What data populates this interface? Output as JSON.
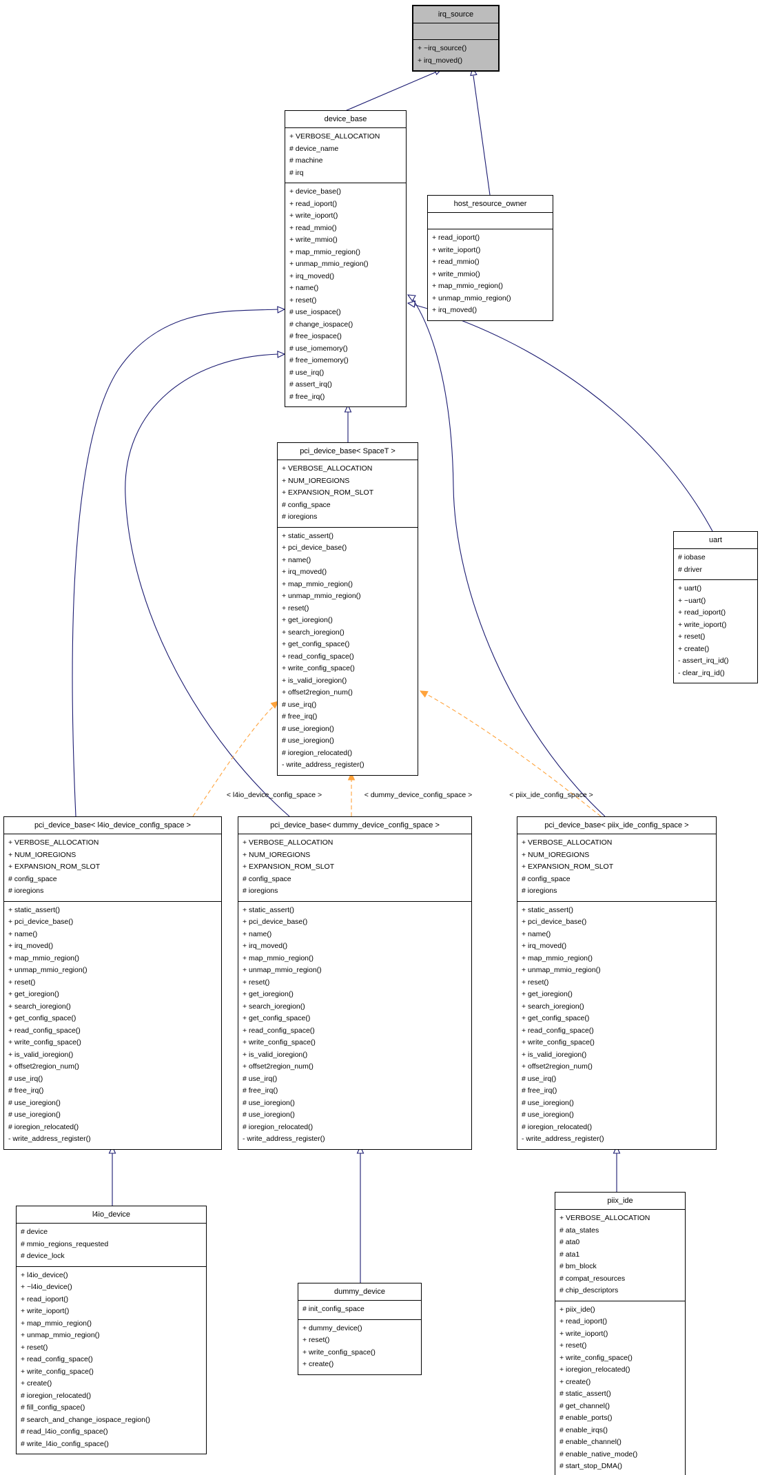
{
  "diagram": {
    "kind": "UML class inheritance diagram",
    "style": "doxygen-graphviz"
  },
  "colors": {
    "node_border": "#000000",
    "node_fill": "#ffffff",
    "focus_node_fill": "#bcbcbc",
    "inheritance_edge": "#191970",
    "template_edge": "#ffa33c",
    "text": "#000000"
  },
  "classes": [
    {
      "id": "irq_source",
      "title": "irq_source",
      "focus": true,
      "attributes": [],
      "methods": [
        "+ ~irq_source()",
        "+ irq_moved()"
      ]
    },
    {
      "id": "device_base",
      "title": "device_base",
      "focus": false,
      "attributes": [
        "+ VERBOSE_ALLOCATION",
        "# device_name",
        "# machine",
        "# irq"
      ],
      "methods": [
        "+ device_base()",
        "+ read_ioport()",
        "+ write_ioport()",
        "+ read_mmio()",
        "+ write_mmio()",
        "+ map_mmio_region()",
        "+ unmap_mmio_region()",
        "+ irq_moved()",
        "+ name()",
        "+ reset()",
        "# use_iospace()",
        "# change_iospace()",
        "# free_iospace()",
        "# use_iomemory()",
        "# free_iomemory()",
        "# use_irq()",
        "# assert_irq()",
        "# free_irq()"
      ]
    },
    {
      "id": "host_resource_owner",
      "title": "host_resource_owner",
      "focus": false,
      "attributes": [],
      "methods": [
        "+ read_ioport()",
        "+ write_ioport()",
        "+ read_mmio()",
        "+ write_mmio()",
        "+ map_mmio_region()",
        "+ unmap_mmio_region()",
        "+ irq_moved()"
      ]
    },
    {
      "id": "pci_device_base_SpaceT",
      "title": "pci_device_base< SpaceT >",
      "focus": false,
      "attributes": [
        "+ VERBOSE_ALLOCATION",
        "+ NUM_IOREGIONS",
        "+ EXPANSION_ROM_SLOT",
        "# config_space",
        "# ioregions"
      ],
      "methods": [
        "+ static_assert()",
        "+ pci_device_base()",
        "+ name()",
        "+ irq_moved()",
        "+ map_mmio_region()",
        "+ unmap_mmio_region()",
        "+ reset()",
        "+ get_ioregion()",
        "+ search_ioregion()",
        "+ get_config_space()",
        "+ read_config_space()",
        "+ write_config_space()",
        "+ is_valid_ioregion()",
        "+ offset2region_num()",
        "# use_irq()",
        "# free_irq()",
        "# use_ioregion()",
        "# use_ioregion()",
        "# ioregion_relocated()",
        "- write_address_register()"
      ]
    },
    {
      "id": "uart",
      "title": "uart",
      "focus": false,
      "attributes": [
        "# iobase",
        "# driver"
      ],
      "methods": [
        "+ uart()",
        "+ ~uart()",
        "+ read_ioport()",
        "+ write_ioport()",
        "+ reset()",
        "+ create()",
        "- assert_irq_id()",
        "- clear_irq_id()"
      ]
    },
    {
      "id": "pci_device_base_l4io_device_config_space",
      "title": "pci_device_base< l4io_device_config_space >",
      "focus": false,
      "attributes": [
        "+ VERBOSE_ALLOCATION",
        "+ NUM_IOREGIONS",
        "+ EXPANSION_ROM_SLOT",
        "# config_space",
        "# ioregions"
      ],
      "methods": [
        "+ static_assert()",
        "+ pci_device_base()",
        "+ name()",
        "+ irq_moved()",
        "+ map_mmio_region()",
        "+ unmap_mmio_region()",
        "+ reset()",
        "+ get_ioregion()",
        "+ search_ioregion()",
        "+ get_config_space()",
        "+ read_config_space()",
        "+ write_config_space()",
        "+ is_valid_ioregion()",
        "+ offset2region_num()",
        "# use_irq()",
        "# free_irq()",
        "# use_ioregion()",
        "# use_ioregion()",
        "# ioregion_relocated()",
        "- write_address_register()"
      ]
    },
    {
      "id": "pci_device_base_dummy_device_config_space",
      "title": "pci_device_base< dummy_device_config_space >",
      "focus": false,
      "attributes": [
        "+ VERBOSE_ALLOCATION",
        "+ NUM_IOREGIONS",
        "+ EXPANSION_ROM_SLOT",
        "# config_space",
        "# ioregions"
      ],
      "methods": [
        "+ static_assert()",
        "+ pci_device_base()",
        "+ name()",
        "+ irq_moved()",
        "+ map_mmio_region()",
        "+ unmap_mmio_region()",
        "+ reset()",
        "+ get_ioregion()",
        "+ search_ioregion()",
        "+ get_config_space()",
        "+ read_config_space()",
        "+ write_config_space()",
        "+ is_valid_ioregion()",
        "+ offset2region_num()",
        "# use_irq()",
        "# free_irq()",
        "# use_ioregion()",
        "# use_ioregion()",
        "# ioregion_relocated()",
        "- write_address_register()"
      ]
    },
    {
      "id": "pci_device_base_piix_ide_config_space",
      "title": "pci_device_base< piix_ide_config_space >",
      "focus": false,
      "attributes": [
        "+ VERBOSE_ALLOCATION",
        "+ NUM_IOREGIONS",
        "+ EXPANSION_ROM_SLOT",
        "# config_space",
        "# ioregions"
      ],
      "methods": [
        "+ static_assert()",
        "+ pci_device_base()",
        "+ name()",
        "+ irq_moved()",
        "+ map_mmio_region()",
        "+ unmap_mmio_region()",
        "+ reset()",
        "+ get_ioregion()",
        "+ search_ioregion()",
        "+ get_config_space()",
        "+ read_config_space()",
        "+ write_config_space()",
        "+ is_valid_ioregion()",
        "+ offset2region_num()",
        "# use_irq()",
        "# free_irq()",
        "# use_ioregion()",
        "# use_ioregion()",
        "# ioregion_relocated()",
        "- write_address_register()"
      ]
    },
    {
      "id": "l4io_device",
      "title": "l4io_device",
      "focus": false,
      "attributes": [
        "# device",
        "# mmio_regions_requested",
        "# device_lock"
      ],
      "methods": [
        "+ l4io_device()",
        "+ ~l4io_device()",
        "+ read_ioport()",
        "+ write_ioport()",
        "+ map_mmio_region()",
        "+ unmap_mmio_region()",
        "+ reset()",
        "+ read_config_space()",
        "+ write_config_space()",
        "+ create()",
        "# ioregion_relocated()",
        "# fill_config_space()",
        "# search_and_change_iospace_region()",
        "# read_l4io_config_space()",
        "# write_l4io_config_space()"
      ]
    },
    {
      "id": "dummy_device",
      "title": "dummy_device",
      "focus": false,
      "attributes": [
        "# init_config_space"
      ],
      "methods": [
        "+ dummy_device()",
        "+ reset()",
        "+ write_config_space()",
        "+ create()"
      ]
    },
    {
      "id": "piix_ide",
      "title": "piix_ide",
      "focus": false,
      "attributes": [
        "+ VERBOSE_ALLOCATION",
        "# ata_states",
        "# ata0",
        "# ata1",
        "# bm_block",
        "# compat_resources",
        "# chip_descriptors"
      ],
      "methods": [
        "+ piix_ide()",
        "+ read_ioport()",
        "+ write_ioport()",
        "+ reset()",
        "+ write_config_space()",
        "+ ioregion_relocated()",
        "+ create()",
        "# static_assert()",
        "# get_channel()",
        "# enable_ports()",
        "# enable_irqs()",
        "# enable_channel()",
        "# enable_native_mode()",
        "# start_stop_DMA()"
      ]
    }
  ],
  "edges": [
    {
      "from": "device_base",
      "to": "irq_source",
      "type": "inheritance",
      "label": ""
    },
    {
      "from": "host_resource_owner",
      "to": "irq_source",
      "type": "inheritance",
      "label": ""
    },
    {
      "from": "pci_device_base_SpaceT",
      "to": "device_base",
      "type": "inheritance",
      "label": ""
    },
    {
      "from": "uart",
      "to": "device_base",
      "type": "inheritance",
      "label": ""
    },
    {
      "from": "pci_device_base_l4io_device_config_space",
      "to": "device_base",
      "type": "inheritance",
      "label": ""
    },
    {
      "from": "pci_device_base_dummy_device_config_space",
      "to": "device_base",
      "type": "inheritance",
      "label": ""
    },
    {
      "from": "pci_device_base_piix_ide_config_space",
      "to": "device_base",
      "type": "inheritance",
      "label": ""
    },
    {
      "from": "l4io_device",
      "to": "pci_device_base_l4io_device_config_space",
      "type": "inheritance",
      "label": ""
    },
    {
      "from": "dummy_device",
      "to": "pci_device_base_dummy_device_config_space",
      "type": "inheritance",
      "label": ""
    },
    {
      "from": "piix_ide",
      "to": "pci_device_base_piix_ide_config_space",
      "type": "inheritance",
      "label": ""
    },
    {
      "from": "pci_device_base_l4io_device_config_space",
      "to": "pci_device_base_SpaceT",
      "type": "template-instantiation",
      "label": "< l4io_device_config_space >"
    },
    {
      "from": "pci_device_base_dummy_device_config_space",
      "to": "pci_device_base_SpaceT",
      "type": "template-instantiation",
      "label": "< dummy_device_config_space >"
    },
    {
      "from": "pci_device_base_piix_ide_config_space",
      "to": "pci_device_base_SpaceT",
      "type": "template-instantiation",
      "label": "< piix_ide_config_space >"
    }
  ]
}
